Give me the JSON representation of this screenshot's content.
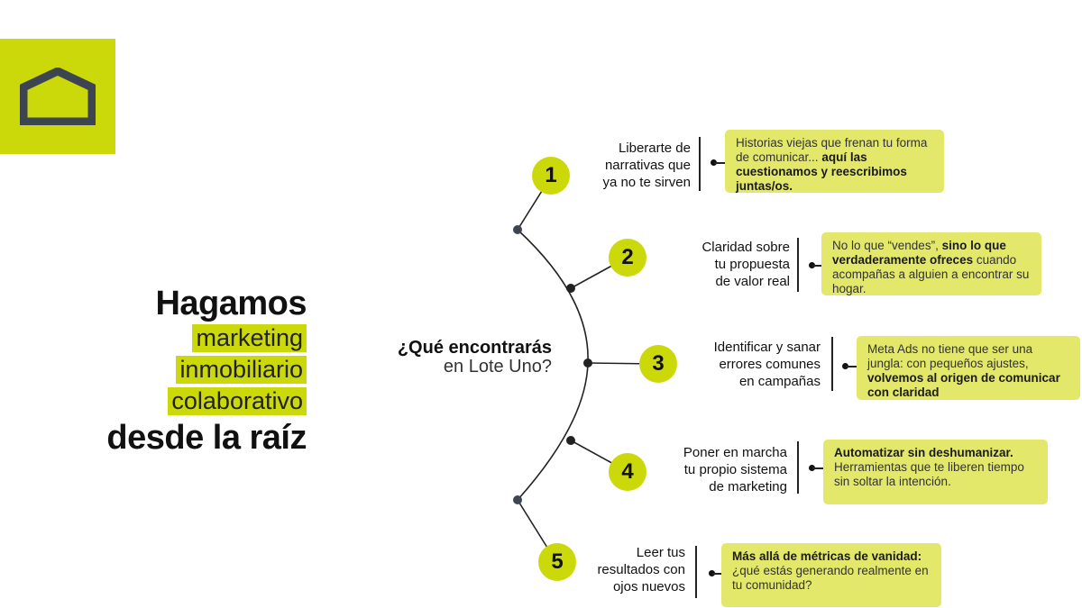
{
  "headline": {
    "line1": "Hagamos",
    "tag1": "marketing",
    "tag2": "inmobiliario",
    "tag3": "colaborativo",
    "line5": "desde la raíz"
  },
  "question": {
    "line1": "¿Qué encontrarás",
    "line2": "en Lote Uno?"
  },
  "colors": {
    "accent": "#cbd90a",
    "card": "#e3e86a",
    "logo_mark": "#3d4550"
  },
  "items": [
    {
      "num": "1",
      "label": [
        "Liberarte de",
        "narrativas que",
        "ya no te sirven"
      ],
      "card": [
        {
          "t": "Historias viejas que frenan tu forma de comunicar... ",
          "b": false
        },
        {
          "t": "aquí las cuestionamos y reescribimos juntas/os.",
          "b": true
        }
      ]
    },
    {
      "num": "2",
      "label": [
        "Claridad sobre",
        "tu propuesta",
        "de valor real"
      ],
      "card": [
        {
          "t": "No lo que “vendes”, ",
          "b": false
        },
        {
          "t": "sino lo que verdaderamente ofreces",
          "b": true
        },
        {
          "t": " cuando acompañas a alguien a encontrar su hogar.",
          "b": false
        }
      ]
    },
    {
      "num": "3",
      "label": [
        "Identificar y sanar",
        "errores comunes",
        "en campañas"
      ],
      "card": [
        {
          "t": "Meta Ads no tiene que ser una jungla: con pequeños ajustes, ",
          "b": false
        },
        {
          "t": "volvemos al origen de comunicar con claridad",
          "b": true
        }
      ]
    },
    {
      "num": "4",
      "label": [
        "Poner en  marcha",
        "tu propio  sistema",
        "de marketing"
      ],
      "card": [
        {
          "t": "Automatizar sin deshumanizar.",
          "b": true
        },
        {
          "t": " Herramientas que te liberen tiempo sin soltar la intención.",
          "b": false
        }
      ]
    },
    {
      "num": "5",
      "label": [
        "Leer tus",
        "resultados con",
        "ojos nuevos"
      ],
      "card": [
        {
          "t": "Más allá de métricas de vanidad:",
          "b": true
        },
        {
          "t": " ¿qué estás generando realmente en tu comunidad?",
          "b": false
        }
      ]
    }
  ]
}
